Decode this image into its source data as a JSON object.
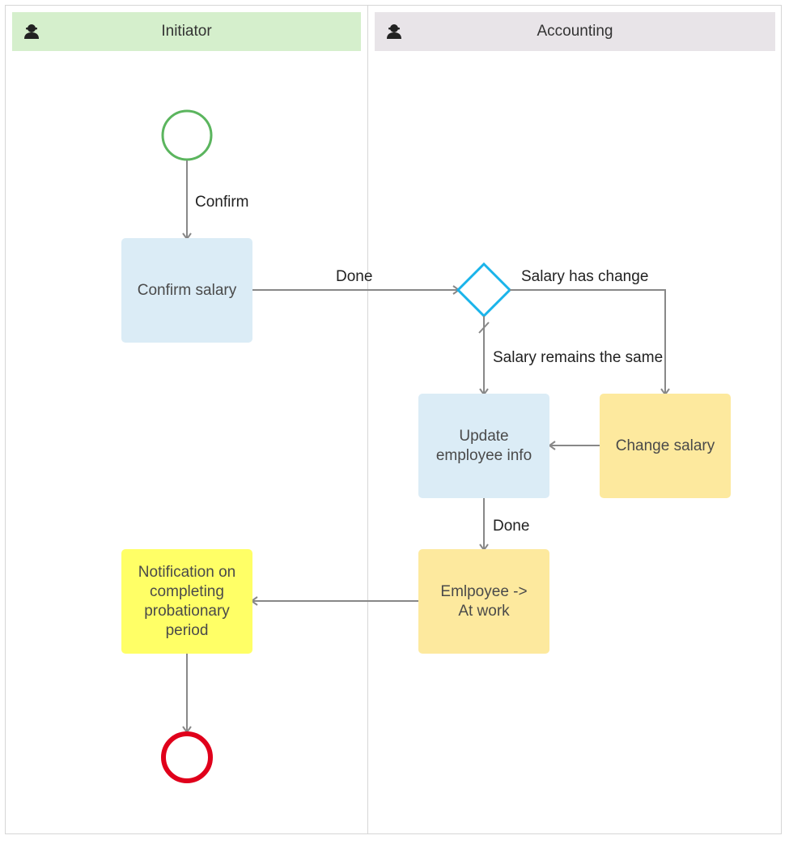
{
  "lanes": [
    {
      "label": "Initiator",
      "color": "#d5efcc"
    },
    {
      "label": "Accounting",
      "color": "#e8e4e8"
    }
  ],
  "tasks": {
    "confirm_salary": {
      "label": "Confirm salary",
      "color": "#dbecf6"
    },
    "update_employee": {
      "label": "Update\nemployee info",
      "color": "#dbecf6"
    },
    "change_salary": {
      "label": "Change salary",
      "color": "#fde99e"
    },
    "employee_at_work": {
      "label": "Emlpoyee ->\nAt work",
      "color": "#fde99e"
    },
    "notification": {
      "label": "Notification on\ncompleting\nprobationary\nperiod",
      "color": "#ffff66"
    }
  },
  "flows": {
    "confirm": "Confirm",
    "done_1": "Done",
    "salary_has_change": "Salary has change",
    "salary_same": "Salary remains the same",
    "done_2": "Done"
  },
  "colors": {
    "start_event": "#5bb55e",
    "end_event": "#e0001b",
    "gateway": "#1ab4ea",
    "connector": "#888888"
  }
}
